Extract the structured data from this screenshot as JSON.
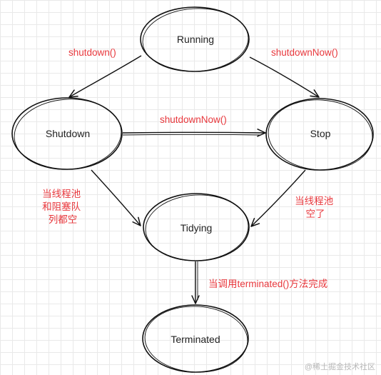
{
  "colors": {
    "stroke": "#111111",
    "label": "#e8383d",
    "grid": "#e9e9e9"
  },
  "diagram": {
    "nodes": {
      "running": "Running",
      "shutdown": "Shutdown",
      "stop": "Stop",
      "tidying": "Tidying",
      "terminated": "Terminated"
    },
    "edges": {
      "running_to_shutdown": "shutdown()",
      "running_to_stop": "shutdownNow()",
      "shutdown_to_stop": "shutdownNow()",
      "shutdown_to_tidying": [
        "当线程池",
        "和阻塞队",
        "列都空"
      ],
      "stop_to_tidying": [
        "当线程池",
        "空了"
      ],
      "tidying_to_terminated": "当调用terminated()方法完成"
    }
  },
  "watermark": "@稀土掘金技术社区"
}
